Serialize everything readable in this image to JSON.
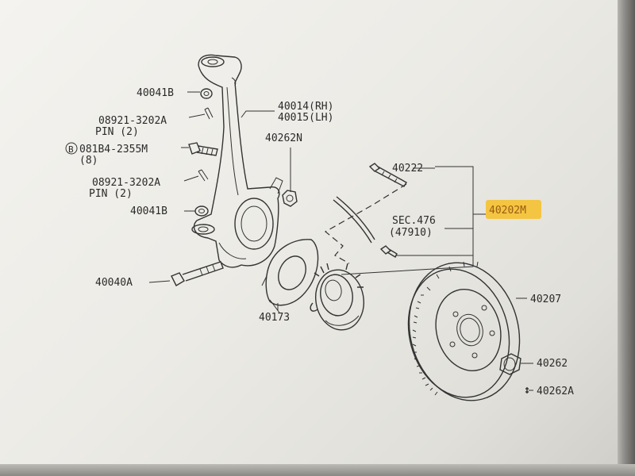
{
  "diagram": {
    "labels": {
      "washer_top": "40041B",
      "pin_top": "08921-3202A",
      "pin_top_qty": "PIN (2)",
      "bolt_b": "081B4-2355M",
      "bolt_b_marker": "B",
      "bolt_b_qty": "(8)",
      "pin_bottom": "08921-3202A",
      "pin_bottom_qty": "PIN (2)",
      "washer_bottom": "40041B",
      "bolt_main": "40040A",
      "knuckle_rh": "40014(RH)",
      "knuckle_lh": "40015(LH)",
      "nut_upper": "40262N",
      "hub_bolt": "40222",
      "assembly": "40202M",
      "section": "SEC.476",
      "section_ref": "(47910)",
      "baffle": "40173",
      "rotor": "40207",
      "cap_nut": "40262",
      "clip": "40262A"
    },
    "colors": {
      "line": "#333333",
      "highlight": "#f4c542",
      "paper": "#eeede8"
    }
  }
}
